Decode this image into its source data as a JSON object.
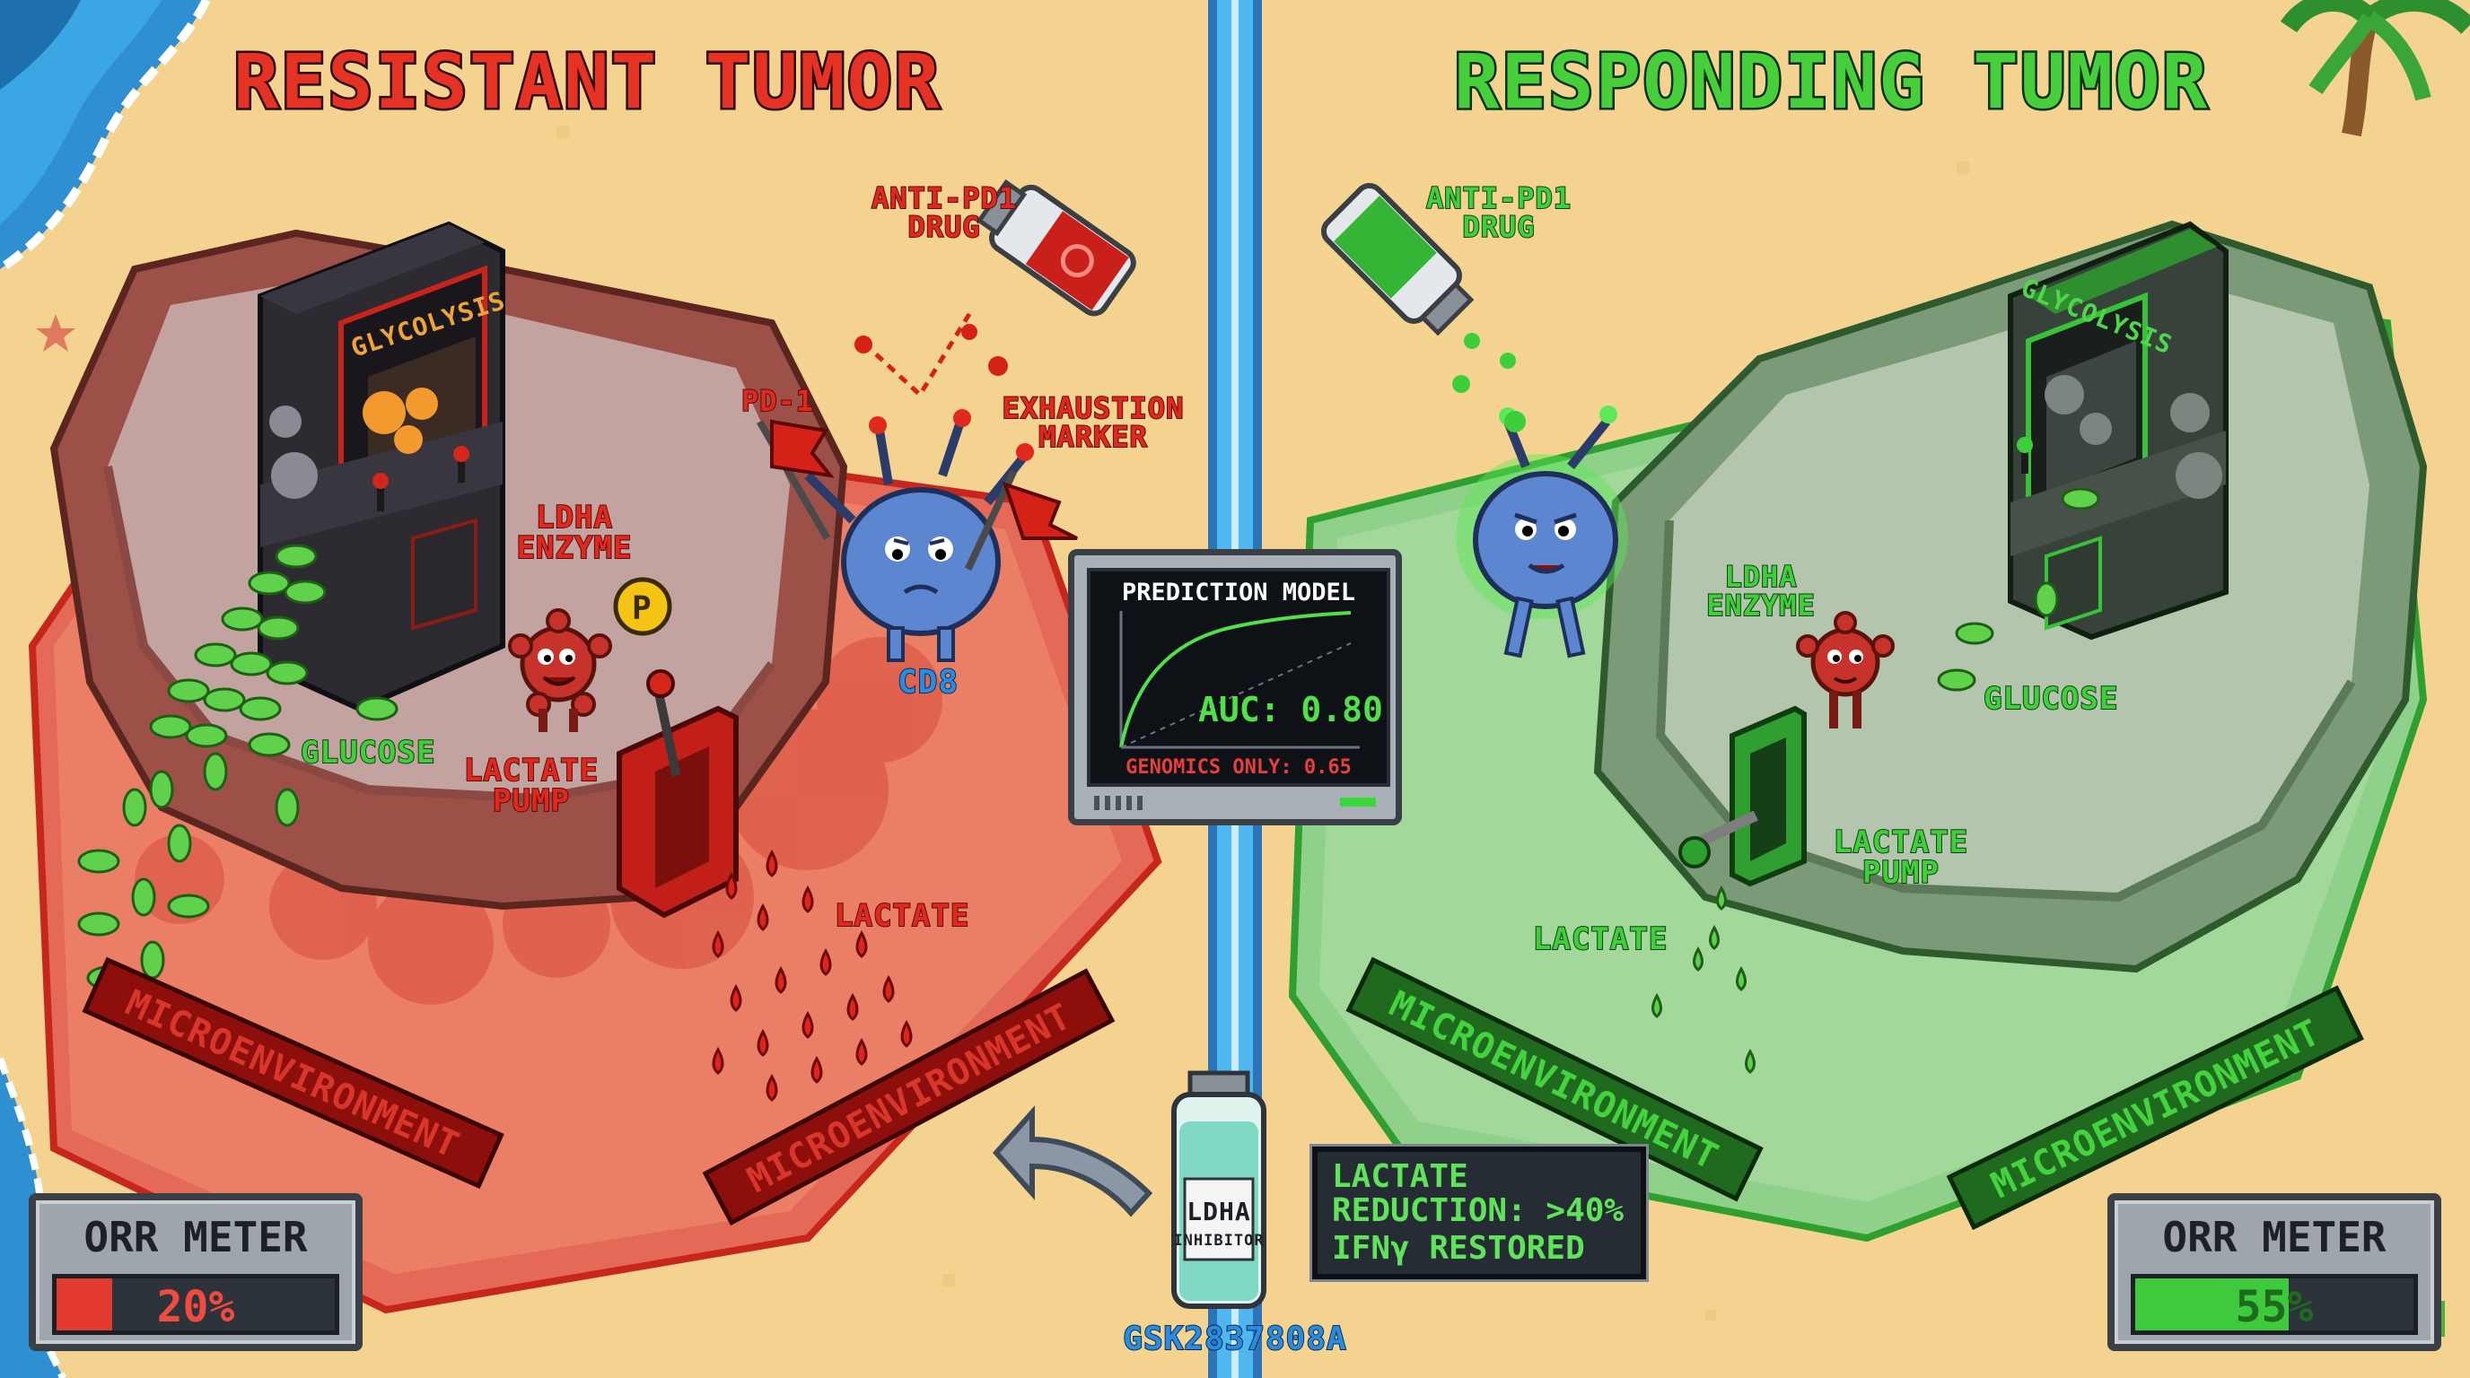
{
  "titles": {
    "left": "RESISTANT TUMOR",
    "right": "RESPONDING TUMOR"
  },
  "left": {
    "machine_label": "GLYCOLYSIS",
    "ldha_label": [
      "LDHA",
      "ENZYME"
    ],
    "glucose_label": "GLUCOSE",
    "pump_label": [
      "LACTATE",
      "PUMP"
    ],
    "lactate_label": "LACTATE",
    "drug_label": [
      "ANTI-PD1",
      "DRUG"
    ],
    "pd1_label": "PD-1",
    "exhaustion_label": [
      "EXHAUSTION",
      "MARKER"
    ],
    "cd8_label": "CD8",
    "micro_labels": [
      "MICROENVIRONMENT",
      "MICROENVIRONMENT"
    ],
    "phosphate_badge": "P",
    "orr_title": "ORR METER",
    "orr_value": "20%",
    "orr_fraction": 0.2
  },
  "right": {
    "machine_label": "GLYCOLYSIS",
    "ldha_label": [
      "LDHA",
      "ENZYME"
    ],
    "glucose_label": "GLUCOSE",
    "pump_label": [
      "LACTATE",
      "PUMP"
    ],
    "lactate_label": "LACTATE",
    "drug_label": [
      "ANTI-PD1",
      "DRUG"
    ],
    "micro_labels": [
      "MICROENVIRONMENT",
      "MICROENVIRONMENT"
    ],
    "orr_title": "ORR METER",
    "orr_value": "55%",
    "orr_fraction": 0.55
  },
  "model": {
    "title": "PREDICTION MODEL",
    "auc": "AUC: 0.80",
    "genomics": "GENOMICS ONLY: 0.65"
  },
  "inhibitor": {
    "vial_label": [
      "LDHA",
      "INHIBITOR"
    ],
    "compound": "GSK2837808A",
    "effects": [
      "LACTATE",
      "REDUCTION: >40%",
      "IFNγ RESTORED"
    ]
  },
  "colors": {
    "resistant": "#e0281e",
    "responding": "#3fcf3a",
    "sand": "#f3d38f",
    "divider": "#4fb6f0"
  },
  "icons": [
    "gear-icon",
    "arcade-machine",
    "vial-icon",
    "cd8-cell",
    "enzyme-creature",
    "lever",
    "palm-tree",
    "starfish",
    "arrow-icon"
  ]
}
